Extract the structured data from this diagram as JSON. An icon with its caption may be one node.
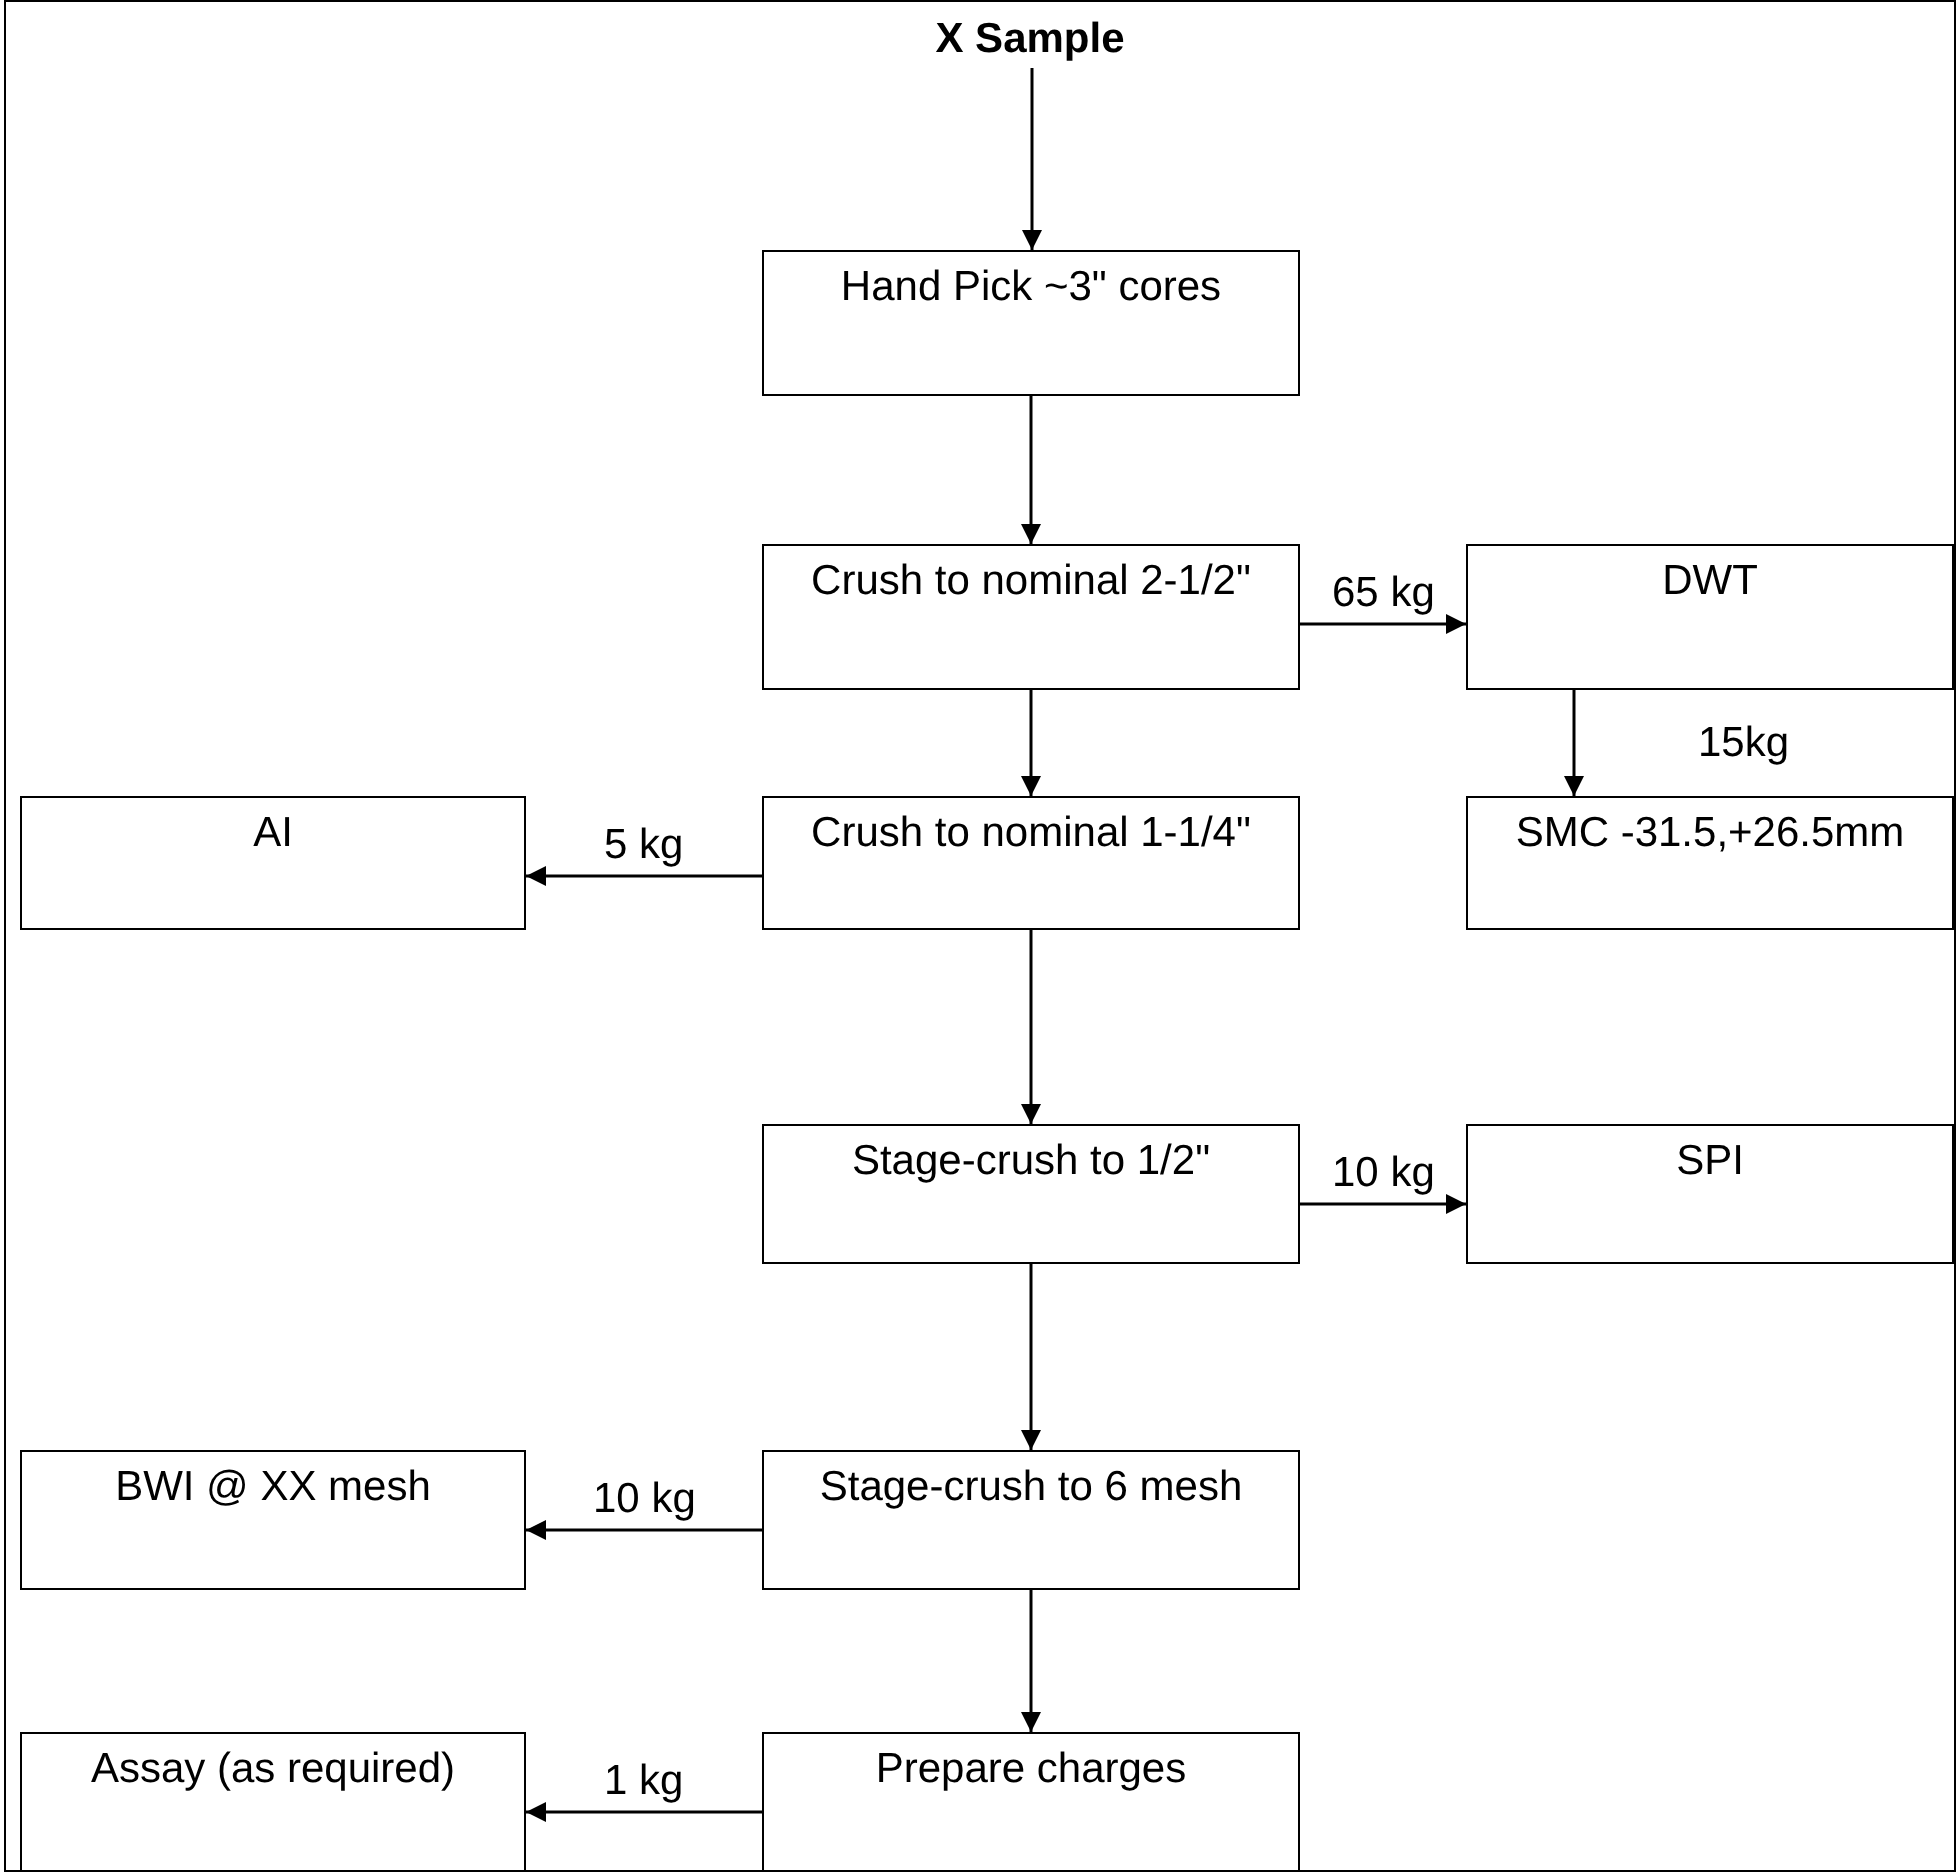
{
  "diagram": {
    "nodes": [
      {
        "text": [
          "X Sample"
        ]
      },
      {
        "text": [
          "Hand Pick ~3\" cores"
        ]
      },
      {
        "text": [
          "Crush to nominal 2-1/2\""
        ]
      },
      {
        "text": [
          "DWT"
        ]
      },
      {
        "text": [
          "AI"
        ]
      },
      {
        "text": [
          "Crush to nominal 1-1/4\""
        ]
      },
      {
        "text": [
          "SMC -31.5,+26.5mm"
        ]
      },
      {
        "text": [
          "Stage-crush to 1/2\""
        ]
      },
      {
        "text": [
          "SPI"
        ]
      },
      {
        "text": [
          "BWI @ XX mesh"
        ]
      },
      {
        "text": [
          "Stage-crush to 6 mesh"
        ]
      },
      {
        "text": [
          "Assay (as required)"
        ]
      },
      {
        "text": [
          "Prepare charges"
        ]
      }
    ],
    "edges": [
      {
        "from": 0,
        "to": 1,
        "arrow": "to"
      },
      {
        "from": 1,
        "to": 2,
        "arrow": "to"
      },
      {
        "from": 2,
        "to": 3,
        "arrow": "to",
        "label": "65 kg"
      },
      {
        "from": 3,
        "to": 6,
        "arrow": "to",
        "label": "15kg"
      },
      {
        "from": 2,
        "to": 5,
        "arrow": "to"
      },
      {
        "from": 5,
        "to": 4,
        "arrow": "to",
        "label": "5 kg"
      },
      {
        "from": 5,
        "to": 7,
        "arrow": "to"
      },
      {
        "from": 7,
        "to": 8,
        "arrow": "to",
        "label": "10 kg"
      },
      {
        "from": 7,
        "to": 10,
        "arrow": "to"
      },
      {
        "from": 10,
        "to": 9,
        "arrow": "to",
        "label": "10 kg"
      },
      {
        "from": 10,
        "to": 12,
        "arrow": "to"
      },
      {
        "from": 12,
        "to": 11,
        "arrow": "to",
        "label": "1 kg"
      }
    ]
  }
}
